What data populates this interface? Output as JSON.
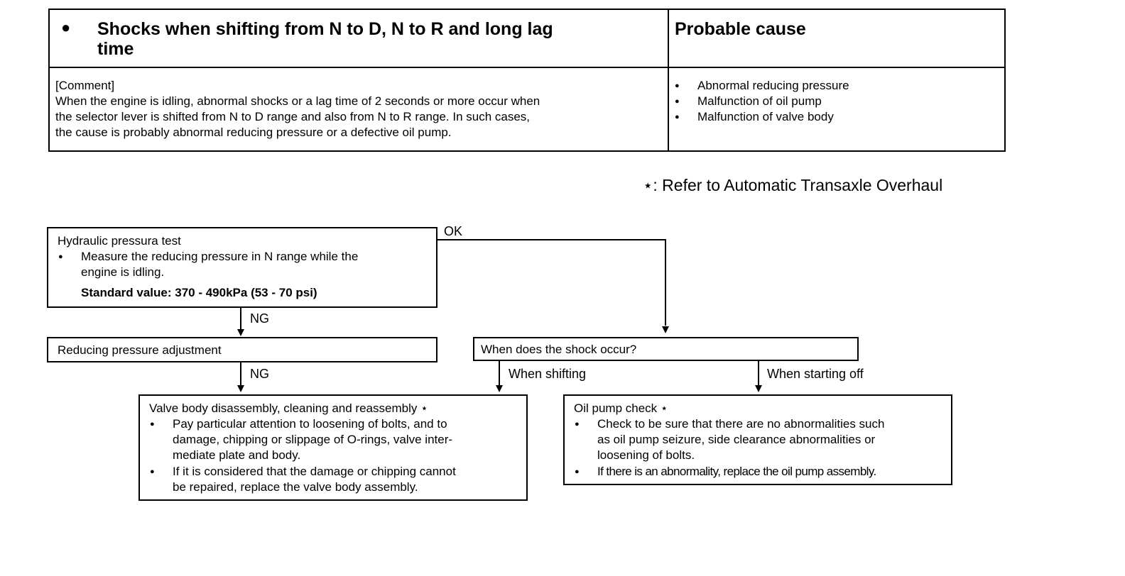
{
  "table": {
    "header_bullet": "●",
    "header_title_line1": "Shocks when shifting from N to D, N to R and long lag",
    "header_title_line2": "time",
    "header_cause": "Probable cause",
    "comment_lines": [
      "[Comment]",
      "When the engine is idling, abnormal shocks or a lag time of 2 seconds or more occur when",
      "the selector lever is shifted from N to D range and also from N to R range.  In such cases,",
      "the cause is probably abnormal reducing pressure or a defective oil pump."
    ],
    "causes": [
      "Abnormal reducing pressure",
      "Malfunction of oil pump",
      "Malfunction of valve body"
    ]
  },
  "reference_note": "⋆:  Refer to Automatic Transaxle Overhaul",
  "flow": {
    "hydraulic": {
      "title": "Hydraulic pressura test",
      "bullet_line1": "Measure the reducing pressure in N range while the",
      "bullet_line2": "engine is idling.",
      "standard": "Standard value: 370 - 490kPa (53 - 70 psi)"
    },
    "label_ok": "OK",
    "label_ng1": "NG",
    "label_ng2": "NG",
    "reducing": {
      "title": "Reducing pressure adjustment"
    },
    "when": {
      "title": "When does the shock occur?"
    },
    "label_shifting": "When shifting",
    "label_starting": "When starting off",
    "valve": {
      "title": "Valve body disassembly, cleaning and reassembly ⋆",
      "b1_lines": [
        "Pay particular attention to loosening of bolts, and to",
        "damage, chipping or slippage of O-rings, valve inter-",
        "mediate plate and body."
      ],
      "b2_lines": [
        "If it is considered that the damage or chipping cannot",
        "be repaired, replace the valve body assembly."
      ]
    },
    "oilpump": {
      "title": "Oil pump check ⋆",
      "b1_lines": [
        "Check to be sure that there are no abnormalities such",
        "as oil pump seizure, side clearance abnormalities or",
        "loosening of bolts."
      ],
      "b2_lines": [
        "If there is an abnormality, replace the oil pump assembly."
      ]
    }
  }
}
